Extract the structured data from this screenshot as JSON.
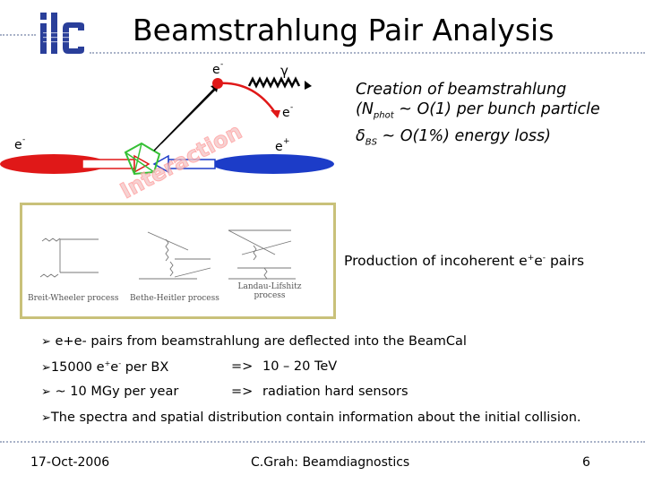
{
  "title": "Beamstrahlung Pair Analysis",
  "logo": {
    "text": "ilc"
  },
  "diagram": {
    "labels": {
      "e_minus_top": "e",
      "gamma": "γ",
      "e_minus_right": "e",
      "e_minus_left": "e",
      "e_plus": "e",
      "interaction": "Interaction"
    },
    "colors": {
      "electron": "#e01818",
      "positron": "#1c3cc8",
      "vertex": "#35c035"
    }
  },
  "creation": {
    "line1": "Creation of beamstrahlung",
    "line2_pre": "(N",
    "line2_sub": "phot",
    "line2_post": " ~ O(1) per bunch particle",
    "line3_pre": "δ",
    "line3_sub": "BS",
    "line3_post": " ~ O(1%) energy loss)"
  },
  "feynman": {
    "process1": "Breit-Wheeler process",
    "process2": "Bethe-Heitler process",
    "process3_line1": "Landau-Lifshitz",
    "process3_line2": "process"
  },
  "production": {
    "pre": "Production of incoherent e",
    "sup1": "+",
    "mid": "e",
    "sup2": "-",
    "post": " pairs"
  },
  "bullets": {
    "b1": "e+e- pairs from beamstrahlung are deflected into the BeamCal",
    "b2_pre": "15000 e",
    "b2_sup1": "+",
    "b2_mid": "e",
    "b2_sup2": "-",
    "b2_post": " per BX",
    "b2_arrow": "=>",
    "b2_value": "10 – 20 TeV",
    "b3": "~ 10 MGy per year",
    "b3_arrow": "=>",
    "b3_value": "radiation hard sensors",
    "b4": "The spectra and spatial distribution contain information about the initial collision."
  },
  "footer": {
    "date": "17-Oct-2006",
    "author": "C.Grah: Beamdiagnostics",
    "page": "6"
  }
}
